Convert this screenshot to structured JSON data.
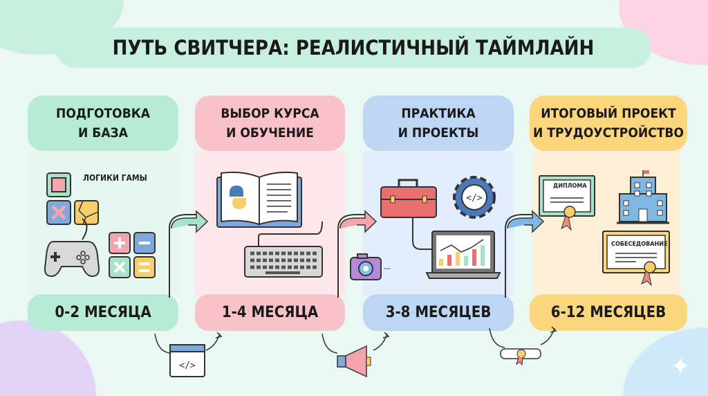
{
  "title": "ПУТЬ СВИТЧЕРА: РЕАЛИСТИЧНЫЙ ТАЙМЛАЙН",
  "stages": [
    {
      "heading": "ПОДГОТОВКА\nИ БАЗА",
      "duration": "0-2 МЕСЯЦА",
      "color": "#b7ebd6",
      "tint": "#e6f7f1",
      "icons": [
        "logic-blocks-icon",
        "gamepad-icon",
        "calculator-icon"
      ],
      "icon_label": "ЛОГИКИ ГАМЫ"
    },
    {
      "heading": "ВЫБОР КУРСА\nИ ОБУЧЕНИЕ",
      "duration": "1-4 МЕСЯЦА",
      "color": "#f9c1c9",
      "tint": "#fde7ea",
      "icons": [
        "python-book-icon",
        "keyboard-icon"
      ]
    },
    {
      "heading": "ПРАКТИКА\nИ ПРОЕКТЫ",
      "duration": "3-8 МЕСЯЦЕВ",
      "color": "#bcd6f3",
      "tint": "#e2eefb",
      "icons": [
        "briefcase-icon",
        "code-gear-icon",
        "laptop-chart-icon",
        "camera-icon"
      ]
    },
    {
      "heading": "ИТОГОВЫЙ ПРОЕКТ\nИ ТРУДОУСТРОЙСТВО",
      "duration": "6-12 МЕСЯЦЕВ",
      "color": "#fbd67c",
      "tint": "#fdf0d6",
      "icons": [
        "diploma-icon",
        "office-building-icon",
        "interview-certificate-icon"
      ],
      "diploma_label": "ДИПЛОМА",
      "interview_label": "СОБЕСЕДОВАНИЕ"
    }
  ],
  "connectors": [
    "code-window-icon",
    "megaphone-icon",
    "scroll-icon"
  ]
}
